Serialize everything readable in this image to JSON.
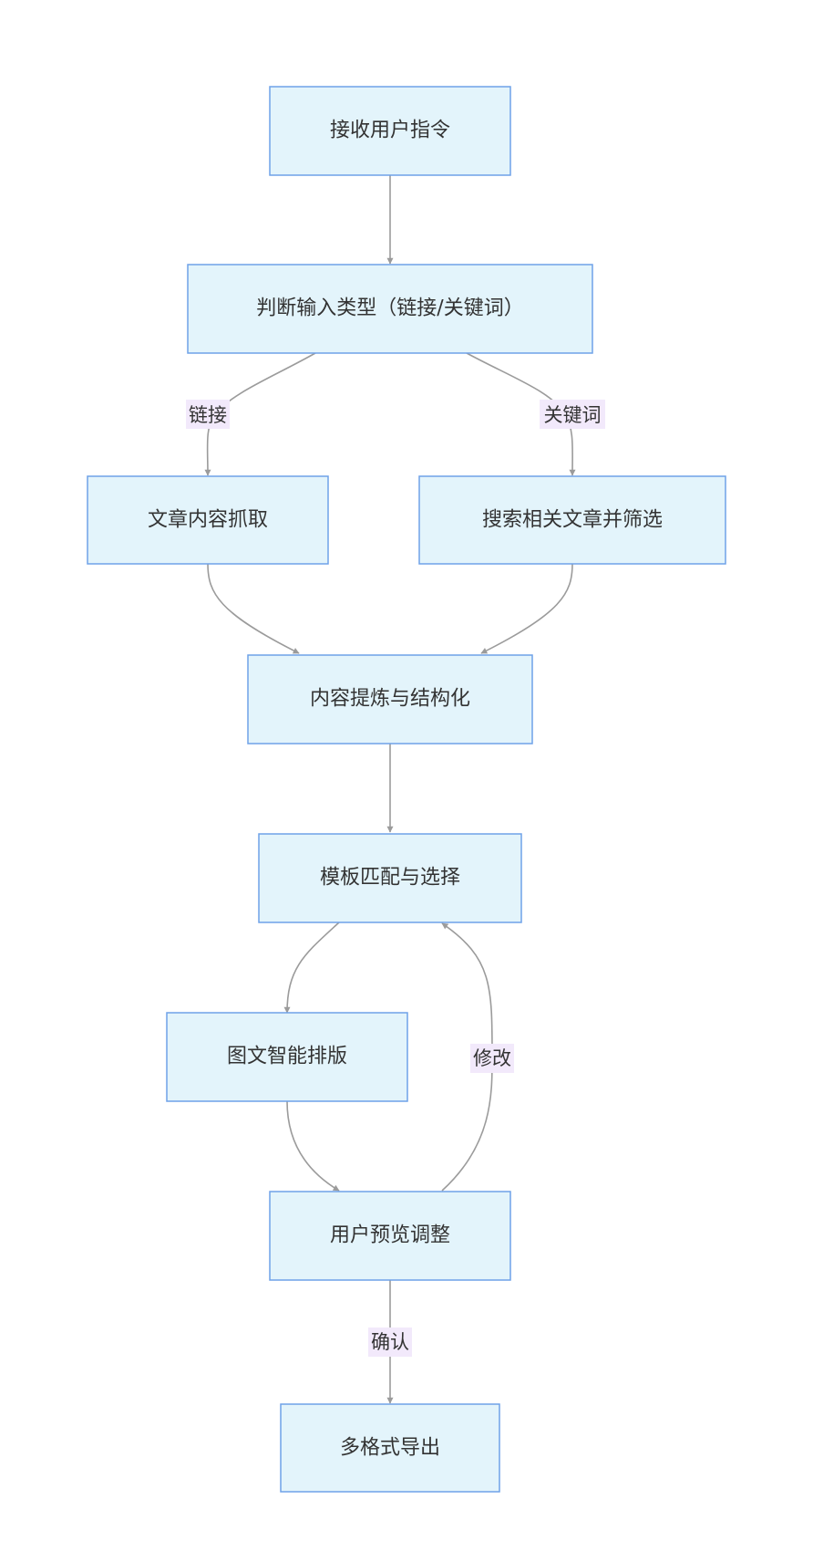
{
  "diagram": {
    "type": "flowchart",
    "colors": {
      "node_fill": "#e3f4fb",
      "node_border": "#6fa2e8",
      "edge": "#9b9b9b",
      "edge_label_bg": "#f2e9fb",
      "text": "#333333"
    },
    "nodes": {
      "receive": "接收用户指令",
      "judge": "判断输入类型（链接/关键词）",
      "fetch": "文章内容抓取",
      "search": "搜索相关文章并筛选",
      "refine": "内容提炼与结构化",
      "template": "模板匹配与选择",
      "layout": "图文智能排版",
      "preview": "用户预览调整",
      "export": "多格式导出"
    },
    "edges": [
      {
        "from": "receive",
        "to": "judge",
        "label": ""
      },
      {
        "from": "judge",
        "to": "fetch",
        "label": "链接"
      },
      {
        "from": "judge",
        "to": "search",
        "label": "关键词"
      },
      {
        "from": "fetch",
        "to": "refine",
        "label": ""
      },
      {
        "from": "search",
        "to": "refine",
        "label": ""
      },
      {
        "from": "refine",
        "to": "template",
        "label": ""
      },
      {
        "from": "template",
        "to": "layout",
        "label": ""
      },
      {
        "from": "layout",
        "to": "preview",
        "label": ""
      },
      {
        "from": "preview",
        "to": "template",
        "label": "修改"
      },
      {
        "from": "preview",
        "to": "export",
        "label": "确认"
      }
    ]
  }
}
